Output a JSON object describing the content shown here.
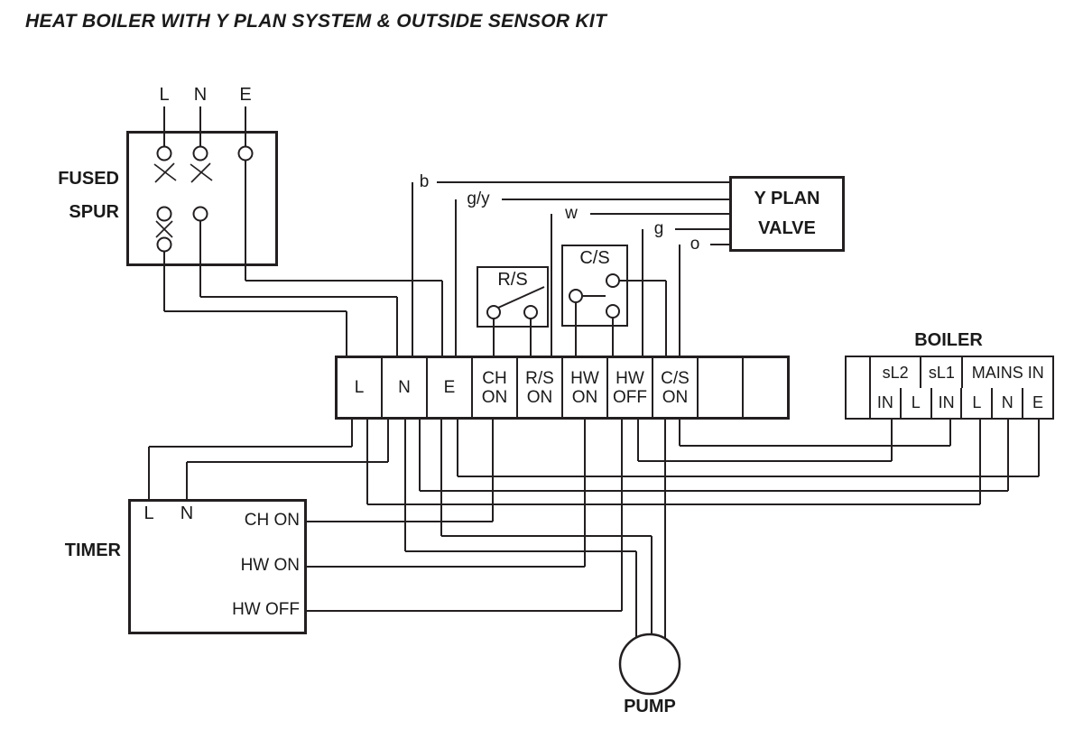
{
  "title": "HEAT BOILER WITH Y PLAN SYSTEM & OUTSIDE SENSOR KIT",
  "supply": {
    "l": "L",
    "n": "N",
    "e": "E"
  },
  "fused_spur": {
    "line1": "FUSED",
    "line2": "SPUR"
  },
  "valve": {
    "line1": "Y PLAN",
    "line2": "VALVE"
  },
  "wire_labels": {
    "blue": "b",
    "earth": "g/y",
    "white": "w",
    "grey": "g",
    "orange": "o"
  },
  "room_stat": {
    "label": "R/S"
  },
  "cyl_stat": {
    "label": "C/S"
  },
  "strip": {
    "cells": [
      {
        "line1": "L",
        "line2": ""
      },
      {
        "line1": "N",
        "line2": ""
      },
      {
        "line1": "E",
        "line2": ""
      },
      {
        "line1": "CH",
        "line2": "ON"
      },
      {
        "line1": "R/S",
        "line2": "ON"
      },
      {
        "line1": "HW",
        "line2": "ON"
      },
      {
        "line1": "HW",
        "line2": "OFF"
      },
      {
        "line1": "C/S",
        "line2": "ON"
      },
      {
        "line1": "",
        "line2": ""
      },
      {
        "line1": "",
        "line2": ""
      }
    ]
  },
  "boiler": {
    "label": "BOILER",
    "top": [
      "sL2",
      "sL1",
      "MAINS IN"
    ],
    "bottom": [
      "IN",
      "L",
      "IN",
      "L",
      "N",
      "E"
    ]
  },
  "timer": {
    "label": "TIMER",
    "terminal_l": "L",
    "terminal_n": "N",
    "outputs": [
      "CH ON",
      "HW ON",
      "HW OFF"
    ]
  },
  "pump": {
    "label": "PUMP"
  },
  "colors": {
    "line": "#231f20",
    "text": "#1a1a1a",
    "background": "#ffffff"
  }
}
